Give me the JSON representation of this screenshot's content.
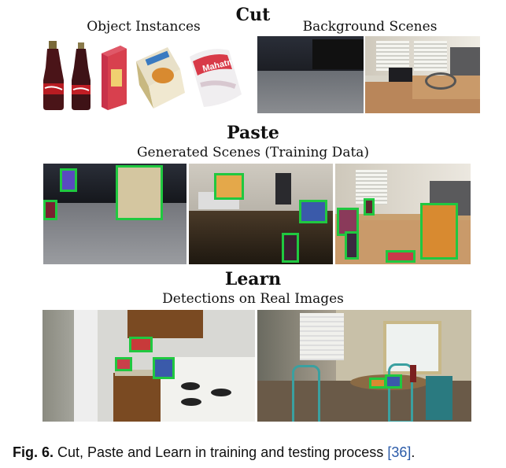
{
  "figure": {
    "sections": {
      "cut": {
        "heading": "Cut",
        "left_title": "Object Instances",
        "right_title": "Background Scenes"
      },
      "paste": {
        "heading": "Paste",
        "subtitle": "Generated Scenes (Training Data)"
      },
      "learn": {
        "heading": "Learn",
        "subtitle": "Detections on Real Images"
      }
    },
    "cereal_text": "Mahatma"
  },
  "caption": {
    "label": "Fig. 6.",
    "text": "Cut, Paste and Learn in training and testing process",
    "ref": "[36]",
    "end": "."
  },
  "colors": {
    "detection_box": "#20c840",
    "reference_link": "#2a5aa8"
  }
}
